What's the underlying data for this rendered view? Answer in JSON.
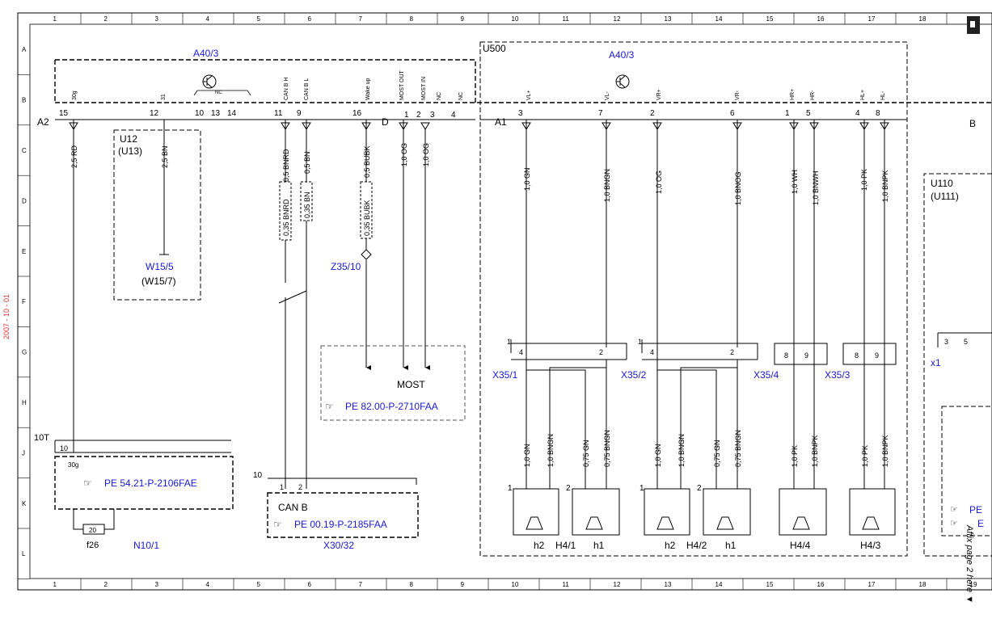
{
  "colors": {
    "line": "#000000",
    "ref": "#1a1ad8",
    "side": "#e03030",
    "frame_gray": "#888888"
  },
  "border": {
    "columns": [
      "1",
      "2",
      "3",
      "4",
      "5",
      "6",
      "7",
      "8",
      "9",
      "10",
      "11",
      "12",
      "13",
      "14",
      "15",
      "16",
      "17",
      "18",
      "19"
    ],
    "rows": [
      "A",
      "B",
      "C",
      "D",
      "E",
      "F",
      "G",
      "H",
      "J",
      "K",
      "L"
    ]
  },
  "side_note": "2007 - 10 - 01",
  "affix_note": "Affix page 2 here ▼",
  "components": {
    "a40_3_left": "A40/3",
    "a40_3_right": "A40/3",
    "u500": "U500",
    "a2": "A2",
    "a1": "A1",
    "b_conn": "B",
    "d_conn": "D",
    "u12": "U12",
    "u13": "(U13)",
    "w15_5": "W15/5",
    "w15_7": "(W15/7)",
    "z35_10": "Z35/10",
    "most": "MOST",
    "most_ref": "PE 82.00-P-2710FAA",
    "n10_1": "N10/1",
    "n10_ref": "PE 54.21-P-2106FAE",
    "f26": "f26",
    "fuse_val": "20",
    "t10": "10T",
    "x30_32": "X30/32",
    "canb": "CAN B",
    "canb_ref": "PE 00.19-P-2185FAA",
    "x35_1": "X35/1",
    "x35_2": "X35/2",
    "x35_4": "X35/4",
    "x35_3": "X35/3",
    "h4_1": "H4/1",
    "h4_2": "H4/2",
    "h4_4": "H4/4",
    "h4_3": "H4/3",
    "h2a": "h2",
    "h1a": "h1",
    "h2b": "h2",
    "h1b": "h1",
    "u110": "U110",
    "u111": "(U111)",
    "x1": "x1",
    "pe_right1": "PE",
    "pe_right2": "E",
    "nc": "NC"
  },
  "a2_pins": [
    "15",
    "12",
    "10",
    "13",
    "14",
    "11",
    "9",
    "16",
    "1",
    "2",
    "3",
    "4"
  ],
  "a2_pin_labels": [
    "30g",
    "31",
    "CAN B H",
    "CAN B L",
    "Wake up",
    "MOST OUT",
    "MOST IN",
    "NC",
    "NC"
  ],
  "a1_pins": [
    "3",
    "7",
    "2",
    "6",
    "1",
    "5",
    "4",
    "8"
  ],
  "a1_pin_labels": [
    "VL+",
    "VL-",
    "VR+",
    "VR-",
    "HR+",
    "HR-",
    "HL+",
    "HL-"
  ],
  "wires_top": [
    "2,5 RD",
    "2,5 BN",
    "0,5 BNRD",
    "0,5 BN",
    "0,5 BUBK",
    "1,0 OG",
    "1,0 OG",
    "1,0 GN",
    "1,0 BNGN",
    "1,0 OG",
    "1,0 BNOG",
    "1,0 WH",
    "1,0 BNWH",
    "1,0 PK",
    "1,0 BNPK"
  ],
  "wires_mid": [
    "0,35 BNRD",
    "0,35 BN",
    "0,35 BUBK"
  ],
  "wires_bottom": [
    "1,0 GN",
    "1,0 BNGN",
    "0,75 GN",
    "0,75 BNGN",
    "1,0 GN",
    "1,0 BNGN",
    "0,75 GN",
    "0,75 BNGN",
    "1,0 PK",
    "1,0 BNPK",
    "1,0 PK",
    "1,0 BNPK"
  ],
  "conn_pins": {
    "x35_1": [
      "1",
      "4",
      "2"
    ],
    "x35_2": [
      "1",
      "4",
      "2"
    ],
    "x35_4": [
      "8",
      "9"
    ],
    "x35_3": [
      "8",
      "9"
    ],
    "x30": [
      "10",
      "1",
      "2"
    ],
    "n10": [
      "10",
      "30g"
    ],
    "spk_num": [
      "1",
      "2",
      "1",
      "2"
    ],
    "spk_pins": [
      "2",
      "1"
    ],
    "u110_pins": [
      "3",
      "5"
    ]
  }
}
